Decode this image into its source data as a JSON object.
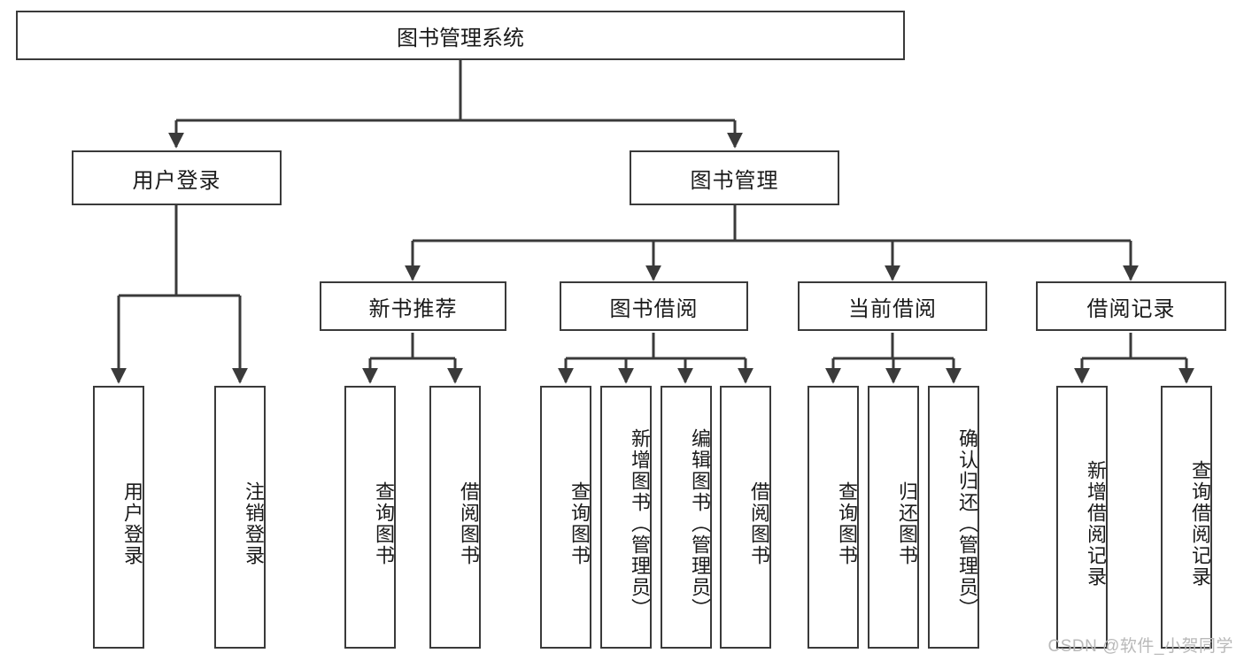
{
  "diagram": {
    "title_node": {
      "label": "图书管理系统"
    },
    "level1": [
      {
        "label": "用户登录"
      },
      {
        "label": "图书管理"
      }
    ],
    "level2": [
      {
        "label": "新书推荐"
      },
      {
        "label": "图书借阅"
      },
      {
        "label": "当前借阅"
      },
      {
        "label": "借阅记录"
      }
    ],
    "leaves": {
      "user_login": [
        {
          "label": "用户登录"
        },
        {
          "label": "注销登录"
        }
      ],
      "new_book": [
        {
          "label": "查询图书"
        },
        {
          "label": "借阅图书"
        }
      ],
      "book_borrow": [
        {
          "label": "查询图书"
        },
        {
          "label": "新增图书（管理员）"
        },
        {
          "label": "编辑图书（管理员）"
        },
        {
          "label": "借阅图书"
        }
      ],
      "current_borrow": [
        {
          "label": "查询图书"
        },
        {
          "label": "归还图书"
        },
        {
          "label": "确认归还（管理员）"
        }
      ],
      "borrow_record": [
        {
          "label": "新增借阅记录"
        },
        {
          "label": "查询借阅记录"
        }
      ]
    },
    "watermark": "CSDN @软件_小贺同学",
    "colors": {
      "stroke": "#3a3a3a",
      "fill": "#ffffff",
      "text": "#1a1a1a",
      "watermark": "#b9b9b9"
    }
  }
}
